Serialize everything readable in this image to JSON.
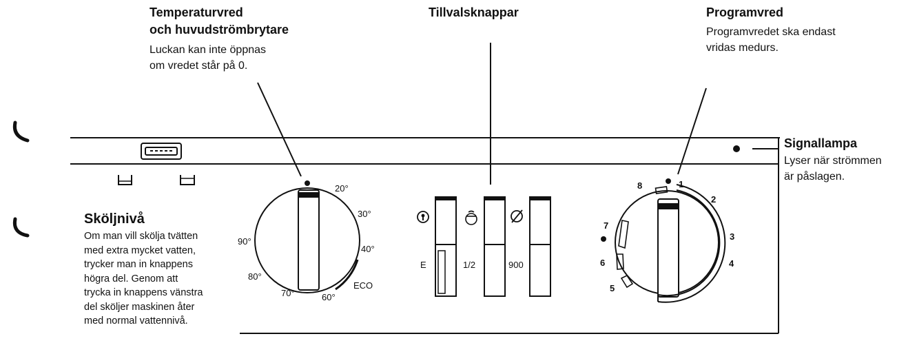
{
  "callouts": {
    "temperature": {
      "title_line1": "Temperaturvred",
      "title_line2": "och huvudströmbrytare",
      "desc_line1": "Luckan kan inte öppnas",
      "desc_line2": "om vredet står på 0."
    },
    "options": {
      "title": "Tillvalsknappar"
    },
    "program": {
      "title": "Programvred",
      "desc_line1": "Programvredet ska endast",
      "desc_line2": "vridas medurs."
    },
    "signal": {
      "title": "Signallampa",
      "desc_line1": "Lyser när strömmen",
      "desc_line2": "är påslagen."
    },
    "rinse": {
      "title": "Sköljnivå",
      "lines": [
        "Om man vill skölja tvätten",
        "med extra mycket vatten,",
        "trycker man in knappens",
        "högra del. Genom att",
        "trycka in knappens vänstra",
        "del sköljer maskinen åter",
        "med normal vattennivå."
      ]
    }
  },
  "temperature_dial": {
    "labels": [
      "20°",
      "30°",
      "40°",
      "ECO",
      "60°",
      "70°",
      "80°",
      "90°"
    ]
  },
  "option_buttons": {
    "labels": [
      "E",
      "1/2",
      "900"
    ],
    "icon_names": [
      "key-icon",
      "drum-icon",
      "spin-off-icon"
    ]
  },
  "program_dial": {
    "numbers": [
      "1",
      "2",
      "3",
      "4",
      "5",
      "6",
      "7",
      "8"
    ]
  }
}
